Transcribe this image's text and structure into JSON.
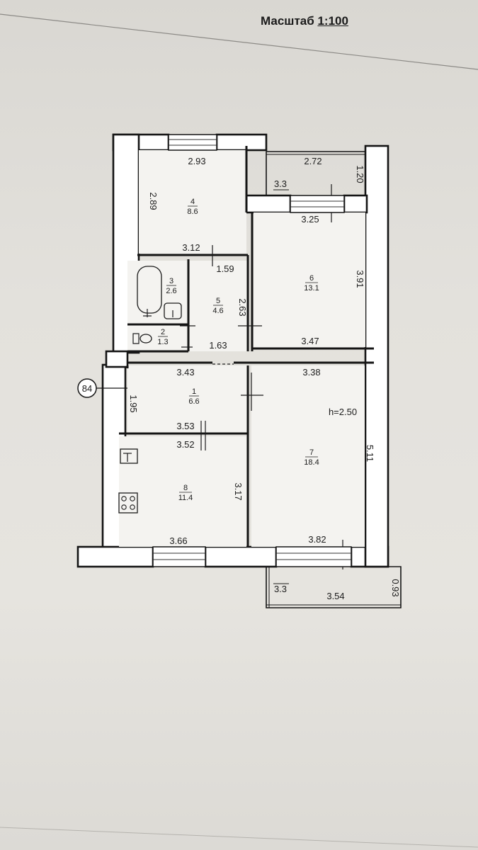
{
  "scale": {
    "prefix": "Масштаб",
    "ratio": "1:100"
  },
  "apartment_number": "84",
  "ceiling_height": "h=2.50",
  "rooms": [
    {
      "id": "4",
      "area": "8.6"
    },
    {
      "id": "3",
      "area": "2.6"
    },
    {
      "id": "5",
      "area": "4.6"
    },
    {
      "id": "2",
      "area": "1.3"
    },
    {
      "id": "6",
      "area": "13.1"
    },
    {
      "id": "1",
      "area": "6.6"
    },
    {
      "id": "7",
      "area": "18.4"
    },
    {
      "id": "8",
      "area": "11.4"
    }
  ],
  "dimensions": {
    "r4_top": "2.93",
    "r4_left": "2.89",
    "r4_bottom": "3.12",
    "balc_top_width": "2.72",
    "balc_top_left": "3.3",
    "balc_top_depth": "1.20",
    "r6_top": "3.25",
    "r6_right": "3.91",
    "r6_bottom": "3.47",
    "r5_top": "1.59",
    "r5_right": "2.63",
    "r5_bottom": "1.63",
    "hall_top": "3.43",
    "hall_left": "1.95",
    "hall_bottom": "3.53",
    "r7_top": "3.38",
    "r7_right": "5.11",
    "r7_bottom": "3.82",
    "r8_top": "3.52",
    "r8_right": "3.17",
    "r8_bottom": "3.66",
    "balc_bot_left": "3.3",
    "balc_bot_width": "3.54",
    "balc_bot_depth": "0.93"
  }
}
